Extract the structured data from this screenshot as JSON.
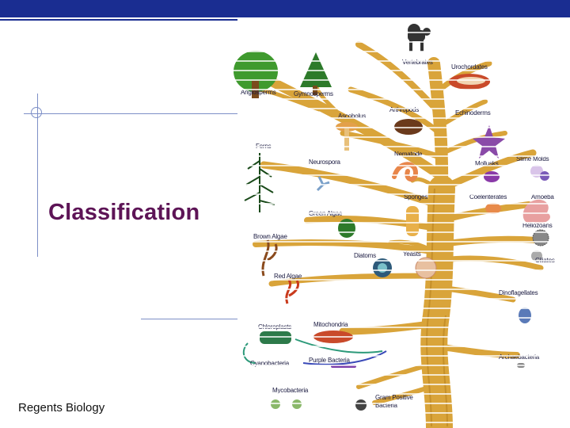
{
  "slide": {
    "title": "Classification",
    "footer": "Regents Biology"
  },
  "colors": {
    "top_bar": "#1a2d91",
    "title": "#5d1456",
    "trunk": "#d9a43a",
    "trunk_dark": "#b8821f",
    "guide_lines": "#7d8fc7"
  },
  "tree_labels": {
    "vertebrates": "Vertebrates",
    "urochordates": "Urochordates",
    "angiosperms": "Angiosperms",
    "gymnosperms": "Gymnosperms",
    "ascobolus": "Ascobolus",
    "arthropods": "Arthropods",
    "echinoderms": "Echinoderms",
    "ferns": "Ferns",
    "neurospora": "Neurospora",
    "nematode": "Nematode",
    "mollusks": "Mollusks",
    "slime_molds": "Slime Molds",
    "sponges": "Sponges",
    "coelenterates": "Coelenterates",
    "amoeba": "Amoeba",
    "green_algae": "Green Algae",
    "heliozoans": "Heliozoans",
    "brown_algae": "Brown Algae",
    "diatoms": "Diatoms",
    "yeasts": "Yeasts",
    "ciliates": "Ciliates",
    "red_algae": "Red Algae",
    "dinoflagellates": "Dinoflagellates",
    "chloroplasts": "Chloroplasts",
    "mitochondria": "Mitochondria",
    "archaebacteria": "Archaebacteria",
    "cyanobacteria": "Cyanobacteria",
    "purple_bacteria": "Purple Bacteria",
    "mycobacteria": "Mycobacteria",
    "gram_positive": "Gram Positive",
    "bacteria": "Bacteria"
  }
}
